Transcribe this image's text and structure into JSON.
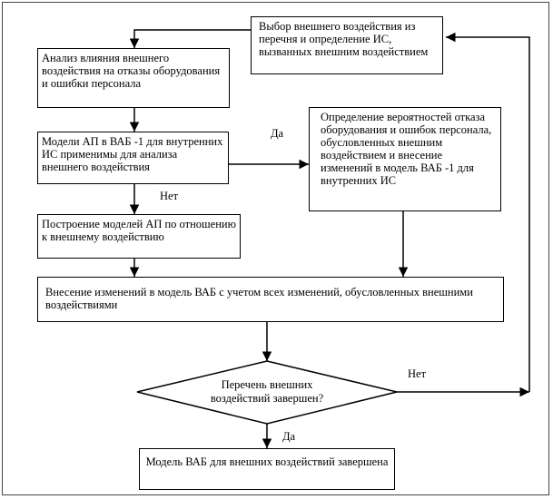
{
  "flowchart": {
    "nodes": {
      "select": "Выбор внешнего воздействия из перечня и определение ИС, вызванных внешним воздействием",
      "analysis": "Анализ влияния внешнего воздействия на отказы оборудования и ошибки персонала",
      "decision_models": "Модели АП в ВАБ -1 для внутренних ИС применимы для анализа внешнего воздействия",
      "probabilities": "Определение вероятностей отказа оборудования и ошибок персонала, обусловленных внешним воздействием и внесение изменений в модель ВАБ -1 для внутренних ИС",
      "build_models": "Построение моделей АП по отношению к внешнему воздействию",
      "apply_changes": "Внесение изменений в  модель ВАБ с учетом всех изменений, обусловленных внешними воздействиями",
      "decision_list": "Перечень внешних воздействий завершен?",
      "final": "Модель ВАБ для внешних воздействий завершена"
    },
    "edge_labels": {
      "yes_models": "Да",
      "no_models": "Нет",
      "no_list": "Нет",
      "yes_list": "Да"
    }
  }
}
